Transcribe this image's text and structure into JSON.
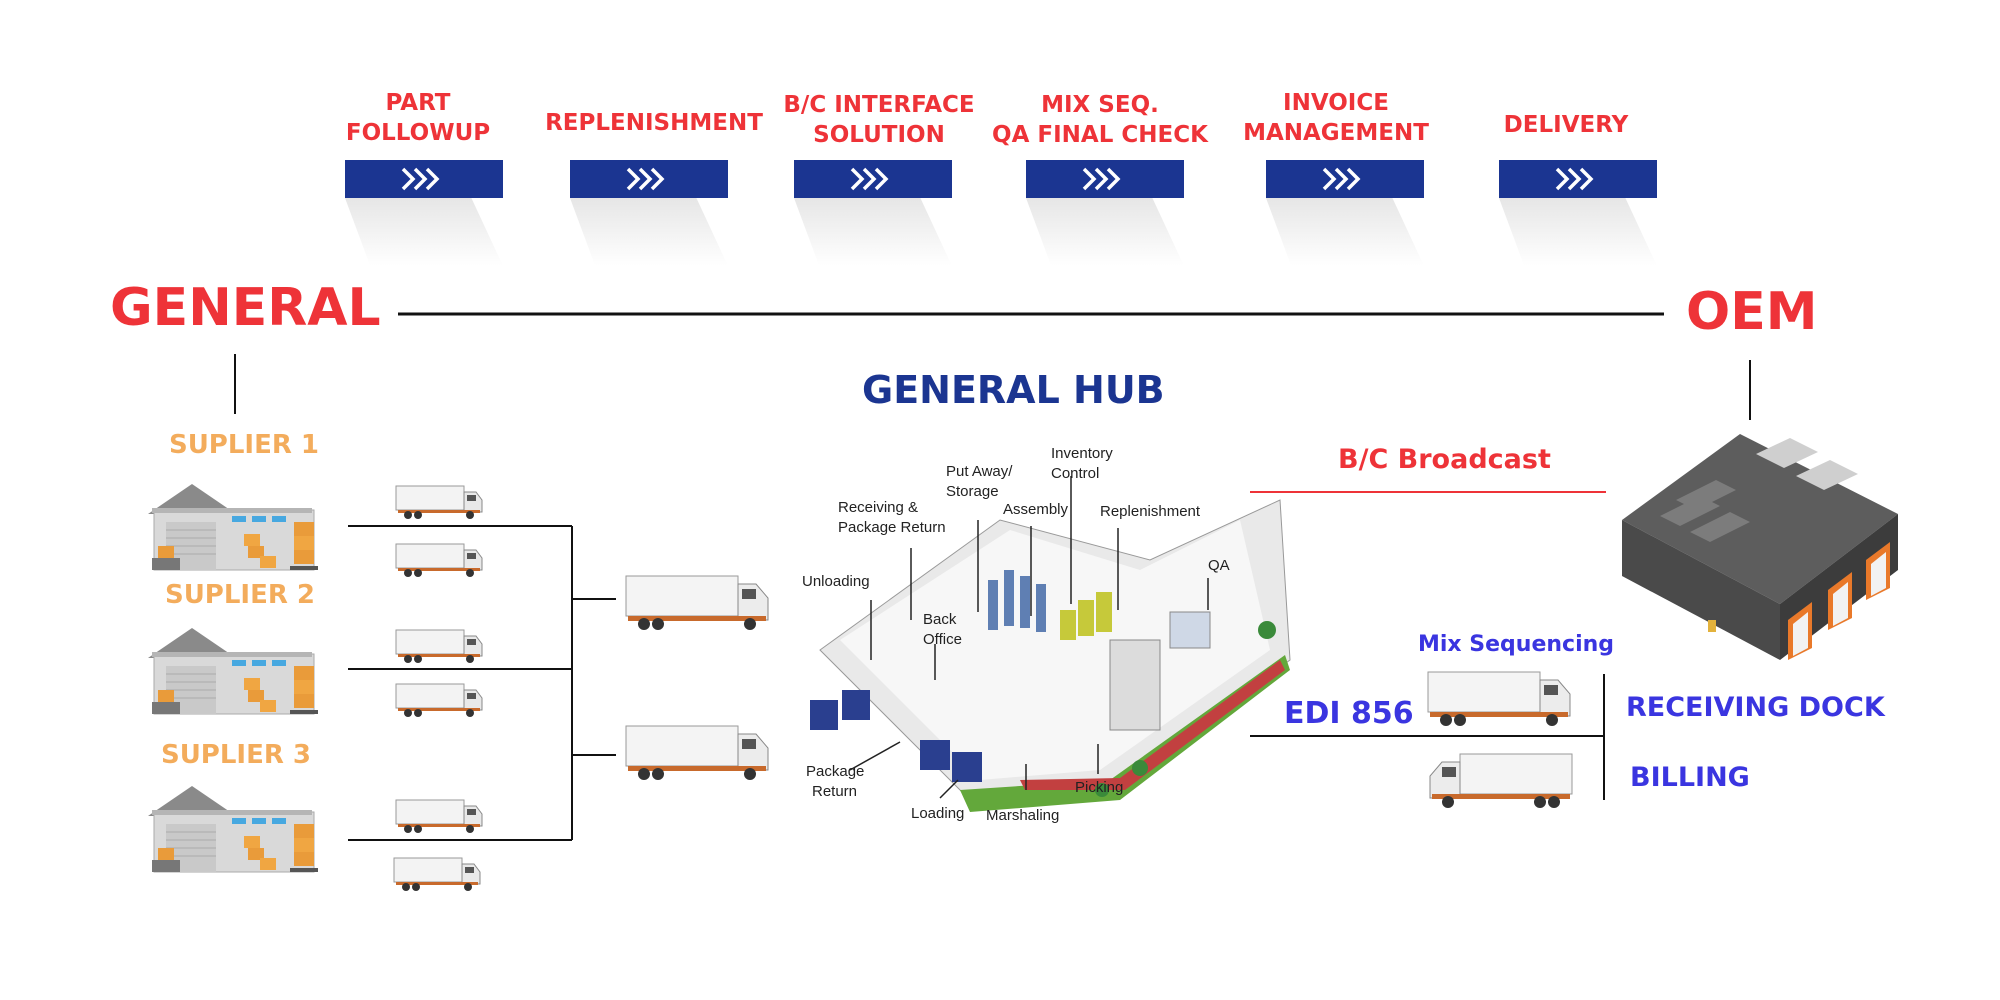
{
  "steps": [
    {
      "label_line1": "PART",
      "label_line2": "FOLLOWUP"
    },
    {
      "label_line1": "REPLENISHMENT",
      "label_line2": ""
    },
    {
      "label_line1": "B/C INTERFACE",
      "label_line2": "SOLUTION"
    },
    {
      "label_line1": "MIX SEQ.",
      "label_line2": "QA FINAL CHECK"
    },
    {
      "label_line1": "INVOICE",
      "label_line2": "MANAGEMENT"
    },
    {
      "label_line1": "DELIVERY",
      "label_line2": ""
    }
  ],
  "chevron_symbol": "»",
  "general_title": "GENERAL",
  "oem_title": "OEM",
  "hub_title": "GENERAL HUB",
  "suppliers": [
    "SUPLIER 1",
    "SUPLIER 2",
    "SUPLIER 3"
  ],
  "hub_labels": {
    "inventory_1": "Inventory",
    "inventory_2": "Control",
    "putaway_1": "Put Away/",
    "putaway_2": "Storage",
    "receiving_1": "Receiving &",
    "receiving_2": "Package Return",
    "assembly": "Assembly",
    "replenishment": "Replenishment",
    "unloading": "Unloading",
    "qa": "QA",
    "backoffice_1": "Back",
    "backoffice_2": "Office",
    "package_return_1": "Package",
    "package_return_2": "Return",
    "loading": "Loading",
    "marshaling": "Marshaling",
    "picking": "Picking"
  },
  "bc_broadcast": "B/C Broadcast",
  "mix_sequencing": "Mix Sequencing",
  "edi": "EDI 856",
  "receiving_dock": "RECEIVING DOCK",
  "billing": "BILLING",
  "colors": {
    "red": "#ee3338",
    "navy": "#1b3591",
    "orange": "#f3ac5c",
    "blue": "#3a35e0"
  }
}
